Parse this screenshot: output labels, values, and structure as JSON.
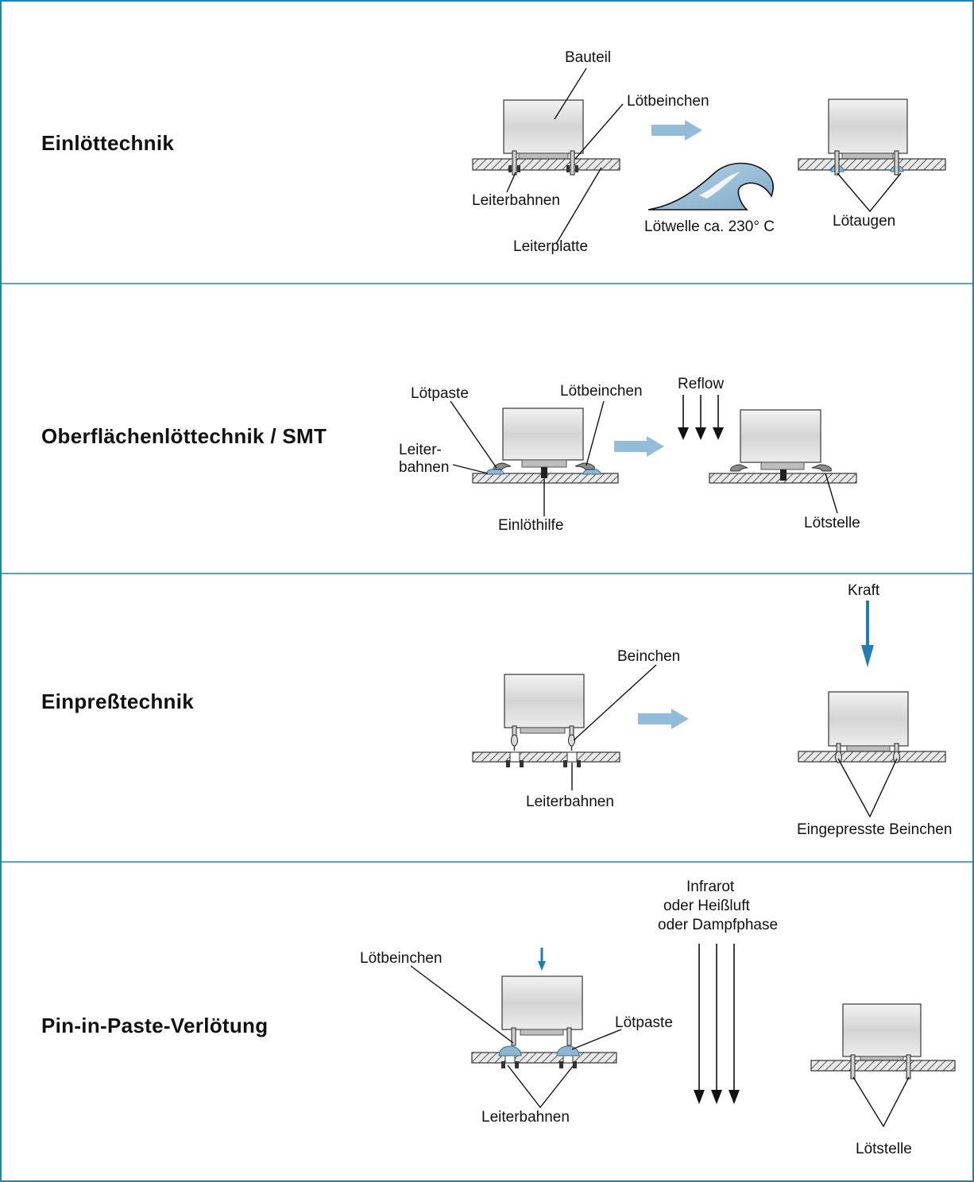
{
  "colors": {
    "border": "#1d86b0",
    "process_arrow": "#93bcd9",
    "force_arrow": "#1f7fb0",
    "solder": "#8fb6d1",
    "pcb_hatch": "#555555"
  },
  "sections": {
    "einloet": {
      "title": "Einlöttechnik",
      "labels": {
        "bauteil": "Bauteil",
        "loetbeinchen": "Lötbeinchen",
        "leiterbahnen": "Leiterbahnen",
        "leiterplatte": "Leiterplatte",
        "loetwelle": "Lötwelle ca. 230° C",
        "loetaugen": "Lötaugen"
      }
    },
    "smt": {
      "title": "Oberflächenlöttechnik / SMT",
      "labels": {
        "loetpaste": "Lötpaste",
        "loetbeinchen": "Lötbeinchen",
        "leiter_line1": "Leiter-",
        "leiter_line2": "bahnen",
        "einloethilfe": "Einlöthilfe",
        "reflow": "Reflow",
        "loetstelle": "Lötstelle"
      }
    },
    "einpress": {
      "title": "Einpreßtechnik",
      "labels": {
        "beinchen": "Beinchen",
        "leiterbahnen": "Leiterbahnen",
        "kraft": "Kraft",
        "eingepresste": "Eingepresste Beinchen"
      }
    },
    "pip": {
      "title": "Pin-in-Paste-Verlötung",
      "labels": {
        "loetbeinchen": "Lötbeinchen",
        "loetpaste": "Lötpaste",
        "leiterbahnen": "Leiterbahnen",
        "heat_line1": "Infrarot",
        "heat_line2": "oder Heißluft",
        "heat_line3": "oder Dampfphase",
        "loetstelle": "Lötstelle"
      }
    }
  }
}
